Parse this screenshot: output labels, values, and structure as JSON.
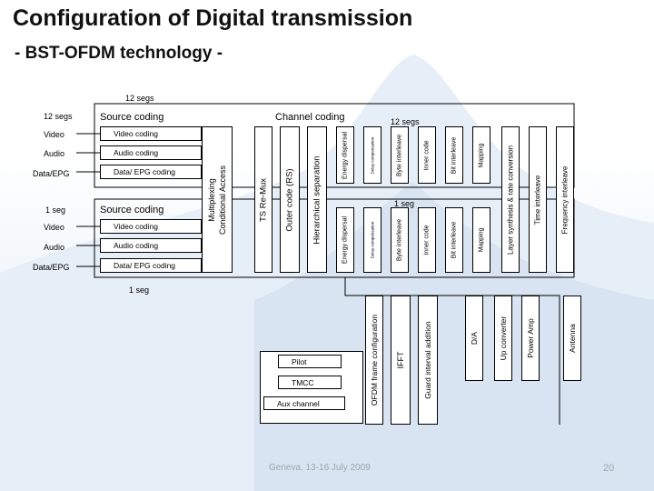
{
  "slide": {
    "title": "Configuration of Digital transmission",
    "subtitle": "- BST-OFDM technology -",
    "footer": "Geneva, 13-16 July 2009",
    "page_number": "20"
  },
  "labels": {
    "segs_top": "12 segs",
    "segs_left": "12 segs",
    "segs_channel": "12 segs",
    "seg_1_left": "1 seg",
    "seg_1_channel": "1 seg",
    "seg_1_bottom": "1 seg"
  },
  "source_coding": {
    "group12": {
      "title": "Source coding",
      "inputs": [
        "Video",
        "Audio",
        "Data/EPG"
      ],
      "coders": [
        "Video coding",
        "Audio coding",
        "Data/ EPG coding"
      ]
    },
    "group1": {
      "title": "Source coding",
      "inputs": [
        "Video",
        "Audio",
        "Data/EPG"
      ],
      "coders": [
        "Video coding",
        "Audio coding",
        "Data/ EPG coding"
      ]
    }
  },
  "multiplexing": "Multiplexing\nConditional Access",
  "ts_remux": "TS Re-Mux",
  "channel_coding": {
    "title": "Channel coding",
    "outer_code": "Outer code (RS)",
    "hierarchical": "Hierarchical separation",
    "upper_blocks": [
      "Energy dispersal",
      "Delay compensation",
      "Byte interleave",
      "Inner code",
      "Bit interleave",
      "Mapping"
    ],
    "lower_blocks": [
      "Energy dispersal",
      "Delay compensation",
      "Byte interleave",
      "Inner code",
      "Bit interleave",
      "Mapping"
    ],
    "layer_synthesis": "Layer synthesis & rate conversion",
    "time_interleave": "Time interleave",
    "freq_interleave": "Frequency interleave"
  },
  "ofdm": {
    "signals": [
      "Pilot",
      "TMCC",
      "Aux channel"
    ],
    "frame_config": "OFDM frame configuration",
    "ifft": "IFFT",
    "guard": "Guard interval addition",
    "da": "D/A",
    "upconverter": "Up converter",
    "power_amp": "Power Amp",
    "antenna": "Antenna"
  }
}
